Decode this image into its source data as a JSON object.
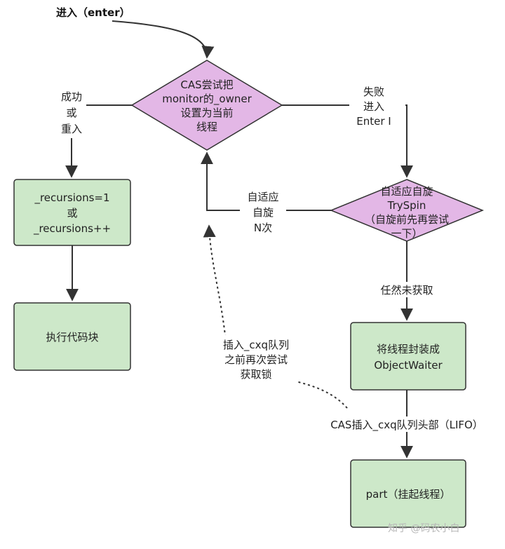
{
  "entry": {
    "label": "进入（enter）"
  },
  "nodes": {
    "cas": {
      "lines": [
        "CAS尝试把",
        "monitor的_owner",
        "设置为当前",
        "线程"
      ]
    },
    "spin": {
      "lines": [
        "自适应自旋",
        "TrySpin",
        "（自旋前先再尝试",
        "一下）"
      ]
    },
    "recursions": {
      "lines": [
        "_recursions=1",
        "或",
        "_recursions++"
      ]
    },
    "exec": {
      "lines": [
        "执行代码块"
      ]
    },
    "wrap": {
      "lines": [
        "将线程封装成",
        "ObjectWaiter"
      ]
    },
    "park": {
      "lines": [
        "part（挂起线程）"
      ]
    }
  },
  "edges": {
    "success": {
      "lines": [
        "成功",
        "或",
        "重入"
      ]
    },
    "fail": {
      "lines": [
        "失败",
        "进入",
        "Enter I"
      ]
    },
    "spin_back": {
      "lines": [
        "自适应",
        "自旋",
        "N次"
      ]
    },
    "still_not": {
      "lines": [
        "任然未获取"
      ]
    },
    "cxq_insert": {
      "lines": [
        "CAS插入_cxq队列头部（LIFO）"
      ]
    },
    "retry": {
      "lines": [
        "插入_cxq队列",
        "之前再次尝试",
        "获取锁"
      ]
    }
  },
  "watermark": "知乎 @码农小白",
  "colors": {
    "diamond_fill": "#e3b7e6",
    "box_fill": "#cde8c9",
    "stroke": "#333333"
  }
}
